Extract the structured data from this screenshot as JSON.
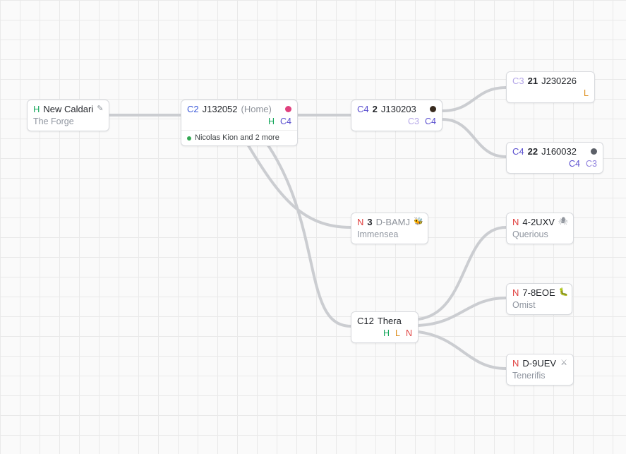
{
  "canvas": {
    "background": "#fafafa",
    "grid_line": "#e9e9e9",
    "edge_color": "#cbcdd1"
  },
  "nodes": [
    {
      "id": "new-caldari",
      "security": "H",
      "security_color": "#16a75c",
      "name": "New Caldari",
      "icon": "pencil-icon",
      "icon_glyph": "✎",
      "region": "The Forge"
    },
    {
      "id": "j132052",
      "class": "C2",
      "class_color": "#3d5bd9",
      "name": "J132052",
      "suffix": "(Home)",
      "status_dot": "#e0417e",
      "statics": [
        {
          "label": "H",
          "color": "#16a75c"
        },
        {
          "label": "C4",
          "color": "#5a4fcf"
        }
      ],
      "occupants": "Nicolas Kion and 2 more",
      "presence_dot": "#34a853"
    },
    {
      "id": "j130203",
      "class": "C4",
      "class_color": "#5a4fcf",
      "count": "2",
      "name": "J130203",
      "status_dot": "#382a1e",
      "statics": [
        {
          "label": "C3",
          "color": "#b4a6e8"
        },
        {
          "label": "C4",
          "color": "#5a4fcf"
        }
      ]
    },
    {
      "id": "j230226",
      "class": "C3",
      "class_color": "#b4a6e8",
      "count": "21",
      "name": "J230226",
      "statics": [
        {
          "label": "L",
          "color": "#dd8f1e"
        }
      ]
    },
    {
      "id": "j160032",
      "class": "C4",
      "class_color": "#5a4fcf",
      "count": "22",
      "name": "J160032",
      "status_dot": "#5c6068",
      "statics": [
        {
          "label": "C4",
          "color": "#5a4fcf"
        },
        {
          "label": "C3",
          "color": "#8f80de"
        }
      ]
    },
    {
      "id": "d-bamj",
      "security": "N",
      "security_color": "#e0403f",
      "count": "3",
      "name": "D-BAMJ",
      "name_color": "#8e939b",
      "icon": "bee-icon",
      "icon_glyph": "🐝",
      "region": "Immensea"
    },
    {
      "id": "4-2uxv",
      "security": "N",
      "security_color": "#e0403f",
      "name": "4-2UXV",
      "icon": "spider-icon",
      "icon_glyph": "🕷",
      "region": "Querious"
    },
    {
      "id": "7-8eoe",
      "security": "N",
      "security_color": "#e0403f",
      "name": "7-8EOE",
      "icon": "bug-icon",
      "icon_glyph": "🐛",
      "region": "Omist"
    },
    {
      "id": "thera",
      "class": "C12",
      "class_color": "#23262b",
      "name": "Thera",
      "statics": [
        {
          "label": "H",
          "color": "#16a75c"
        },
        {
          "label": "L",
          "color": "#dd8f1e"
        },
        {
          "label": "N",
          "color": "#e0403f"
        }
      ]
    },
    {
      "id": "d-9uev",
      "security": "N",
      "security_color": "#e0403f",
      "name": "D-9UEV",
      "icon": "crossed-swords-icon",
      "icon_glyph": "⚔",
      "region": "Tenerifis"
    }
  ],
  "edges": [
    {
      "from": "new-caldari",
      "to": "j132052"
    },
    {
      "from": "j132052",
      "to": "j130203"
    },
    {
      "from": "j130203",
      "to": "j230226"
    },
    {
      "from": "j130203",
      "to": "j160032"
    },
    {
      "from": "j132052",
      "to": "d-bamj"
    },
    {
      "from": "j132052",
      "to": "thera"
    },
    {
      "from": "thera",
      "to": "4-2uxv"
    },
    {
      "from": "thera",
      "to": "7-8eoe"
    },
    {
      "from": "thera",
      "to": "d-9uev"
    }
  ]
}
